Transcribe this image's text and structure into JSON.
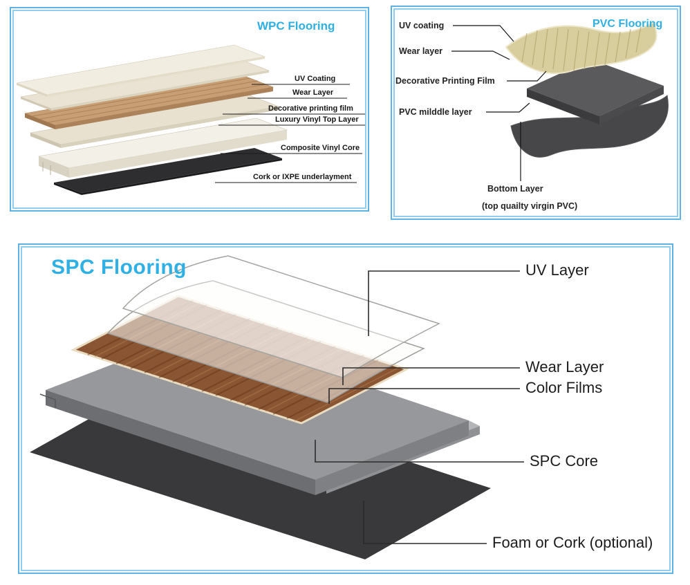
{
  "colors": {
    "accent": "#2fb0e5",
    "panel_border": "#5cb2e4",
    "panel_border_inner": "#8ecdf0"
  },
  "wpc": {
    "title": "WPC Flooring",
    "labels": {
      "uv": "UV Coating",
      "wear": "Wear Layer",
      "decorative": "Decorative printing film",
      "luxury": "Luxury Vinyl Top Layer",
      "core": "Composite Vinyl Core",
      "cork": "Cork or IXPE underlayment"
    }
  },
  "pvc": {
    "title": "PVC Flooring",
    "labels": {
      "uv": "UV coating",
      "wear": "Wear layer",
      "film": "Decorative Printing Film",
      "middle": "PVC milddle layer",
      "bottom": "Bottom Layer",
      "bottom2": "(top quailty virgin PVC)"
    }
  },
  "spc": {
    "title": "SPC Flooring",
    "labels": {
      "uv": "UV Layer",
      "wear": "Wear Layer",
      "color": "Color Films",
      "core": "SPC Core",
      "foam": "Foam or Cork (optional)"
    }
  }
}
